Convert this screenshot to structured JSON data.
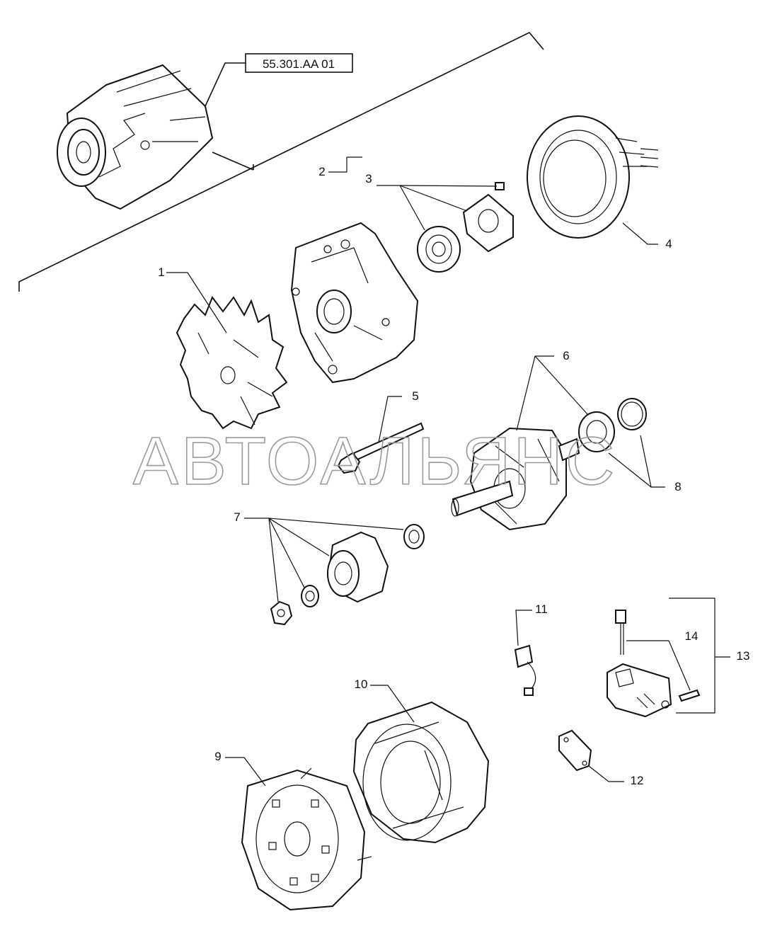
{
  "reference": {
    "label": "55.301.AA 01"
  },
  "watermark": "АВТОАЛЬЯНС",
  "callouts": [
    "1",
    "2",
    "3",
    "4",
    "5",
    "6",
    "7",
    "8",
    "9",
    "10",
    "11",
    "12",
    "13",
    "14"
  ],
  "colors": {
    "line": "#111111",
    "watermark": "#9a9a9a",
    "background": "#ffffff"
  }
}
